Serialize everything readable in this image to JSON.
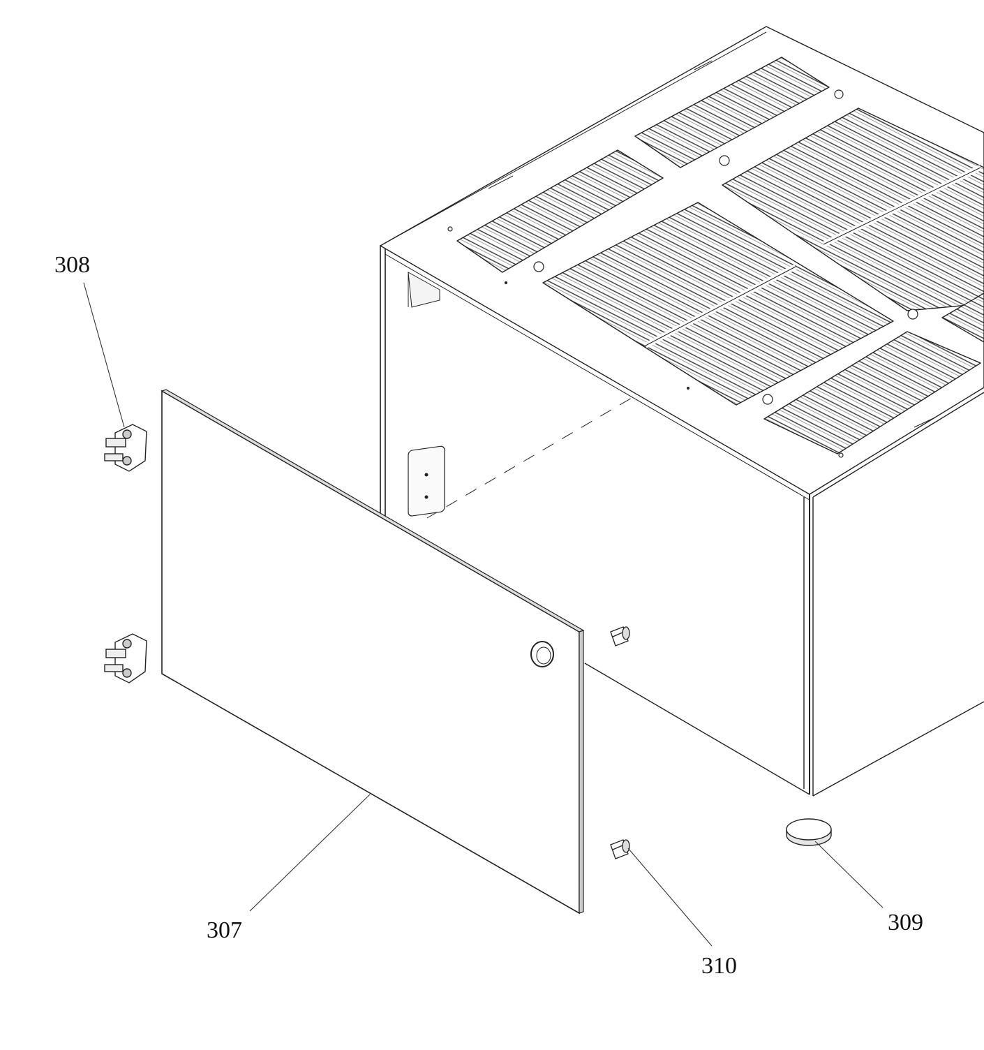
{
  "diagram": {
    "line_color": "#222222",
    "background": "#ffffff",
    "parts": [
      {
        "ref": "307",
        "part": "door-panel"
      },
      {
        "ref": "308",
        "part": "hinge-mounting-plate"
      },
      {
        "ref": "309",
        "part": "foot-pad"
      },
      {
        "ref": "310",
        "part": "door-stud"
      }
    ]
  }
}
